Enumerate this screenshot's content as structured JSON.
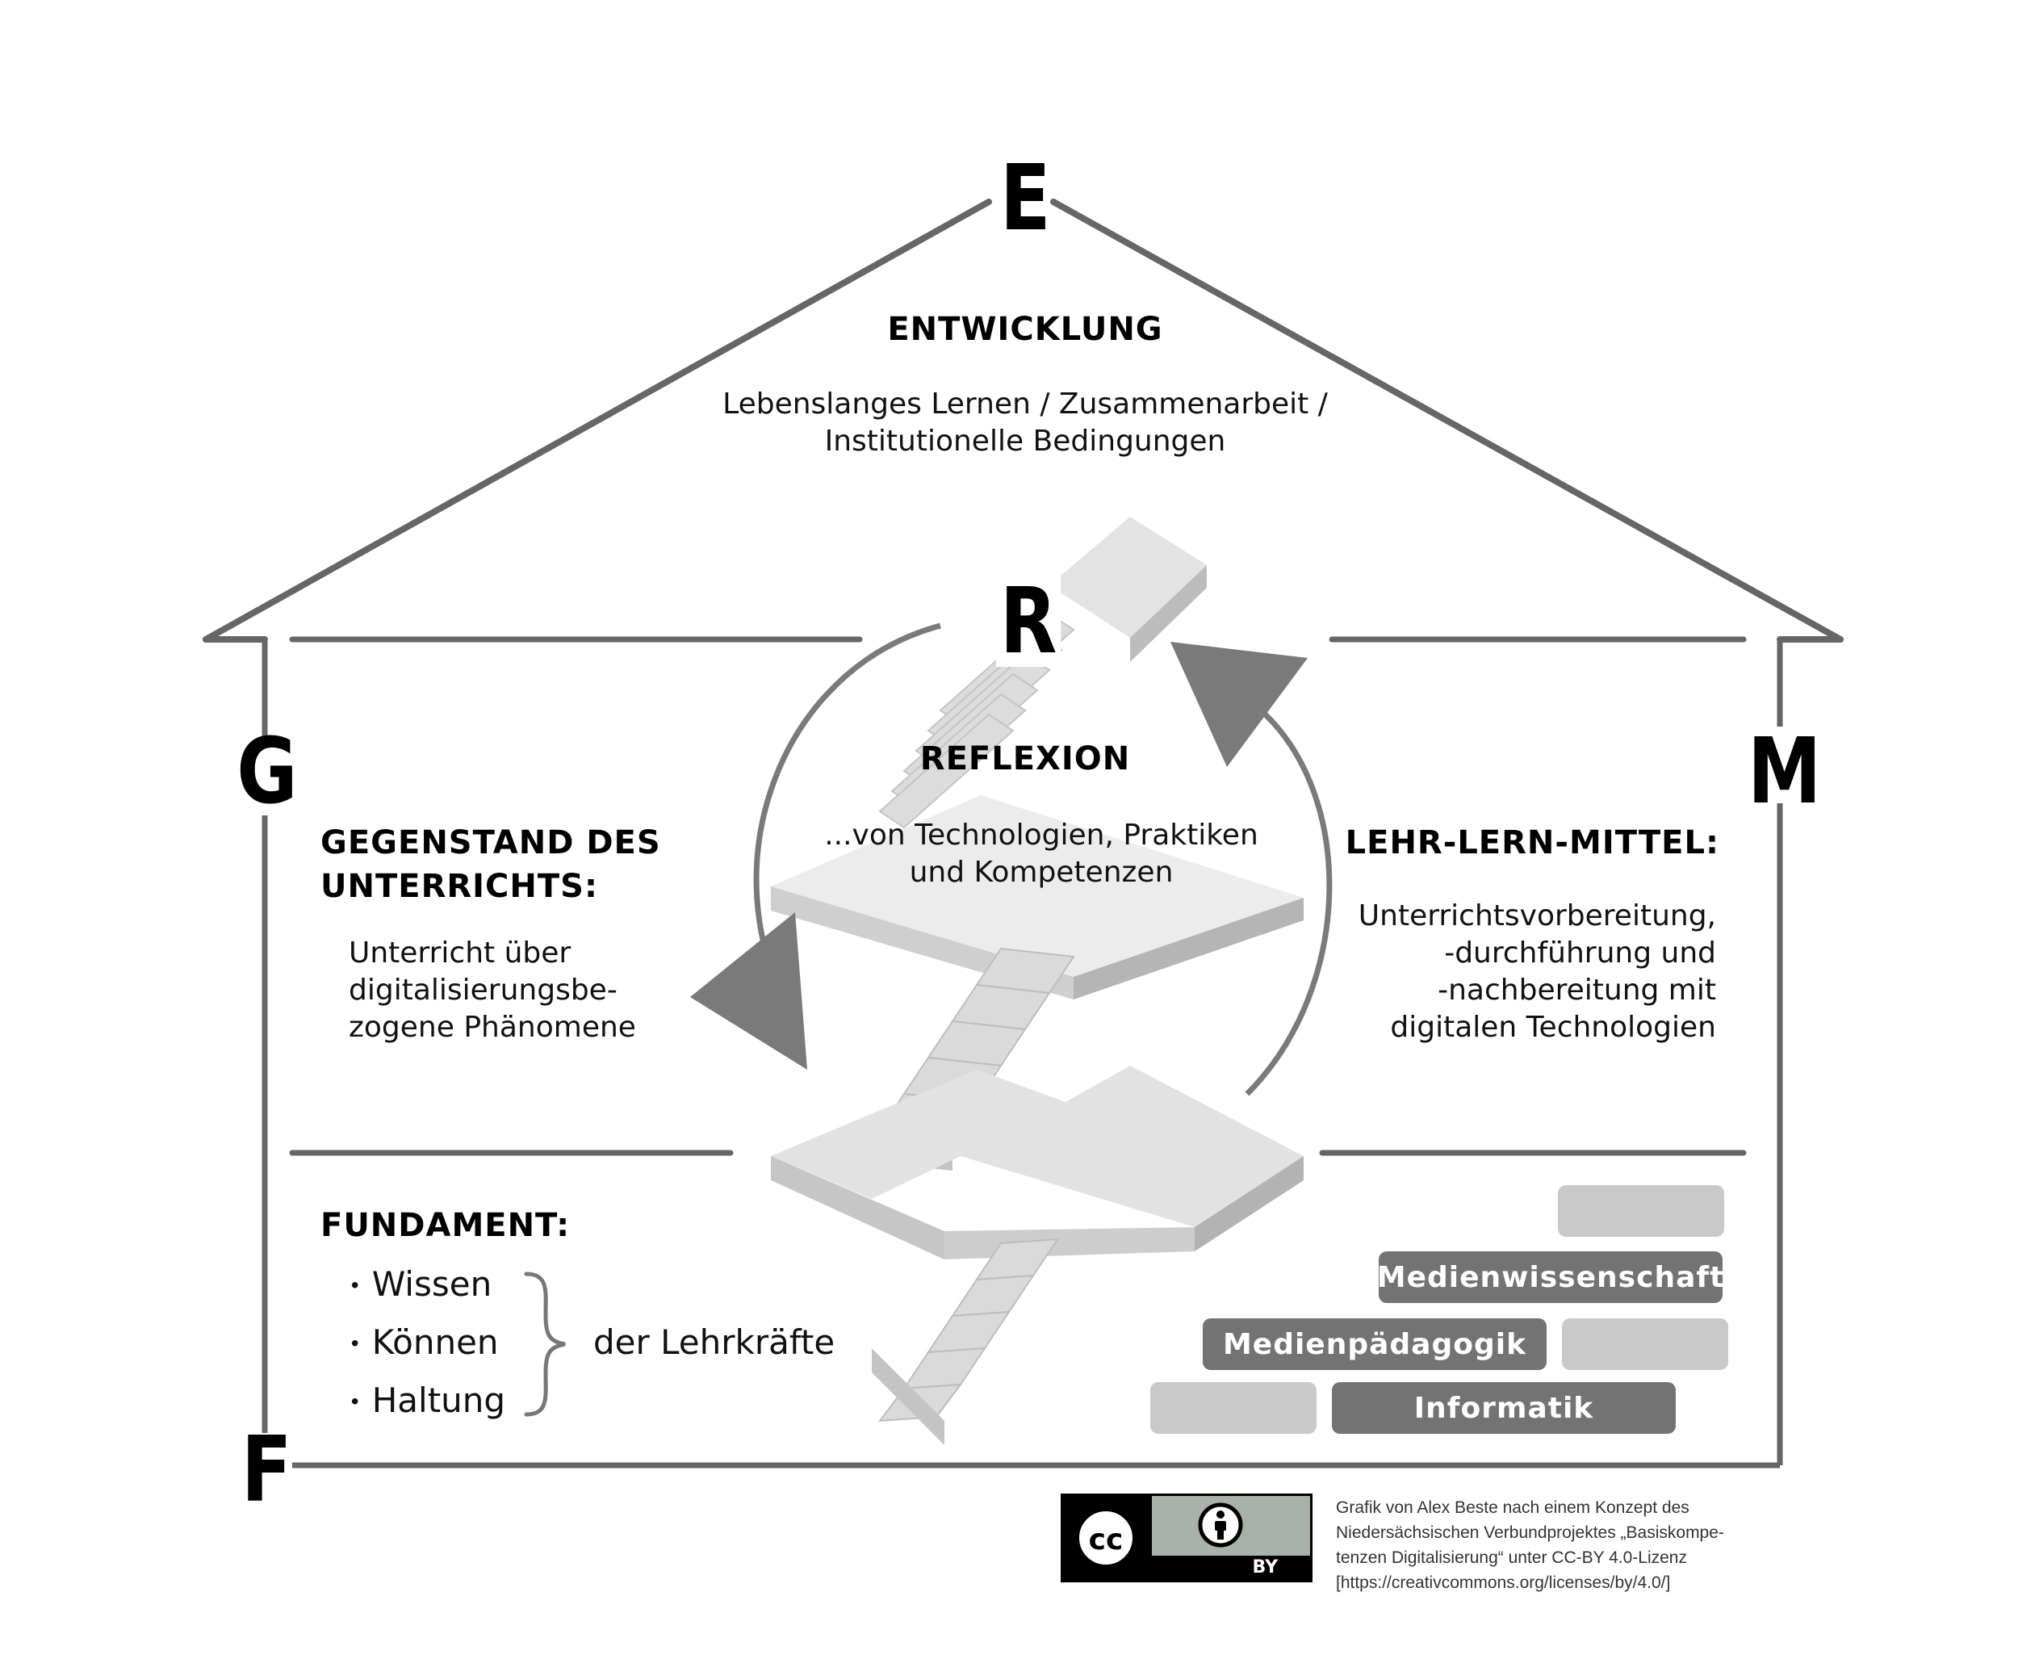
{
  "letters": {
    "top": "E",
    "left": "G",
    "right": "M",
    "bottom": "F",
    "center": "R"
  },
  "entwicklung": {
    "heading": "ENTWICKLUNG",
    "line1": "Lebenslanges Lernen / Zusammenarbeit /",
    "line2": "Institutionelle Bedingungen"
  },
  "reflexion": {
    "heading": "REFLEXION",
    "line1": "...von Technologien, Praktiken",
    "line2": "und Kompetenzen"
  },
  "gegenstand": {
    "heading_line1": "GEGENSTAND DES",
    "heading_line2": "UNTERRICHTS:",
    "line1": "Unterricht über",
    "line2": "digitalisierungsbe-",
    "line3": "zogene Phänomene"
  },
  "lehr_lern": {
    "heading": "LEHR-LERN-MITTEL:",
    "line1": "Unterrichtsvorbereitung,",
    "line2": "-durchführung und",
    "line3": "-nachbereitung mit",
    "line4": "digitalen Technologien"
  },
  "fundament": {
    "heading": "FUNDAMENT:",
    "items": [
      "Wissen",
      "Können",
      "Haltung"
    ],
    "bullet": "•",
    "suffix": "der Lehrkräfte"
  },
  "bricks": {
    "medienwissenschaft": "Medienwissenschaft",
    "medienpaedagogik": "Medienpädagogik",
    "informatik": "Informatik"
  },
  "license": {
    "cc_label": "cc",
    "by_label": "BY",
    "line1": "Grafik von Alex Beste nach einem Konzept des",
    "line2": "Niedersächsischen Verbundprojektes „Basiskompe-",
    "line3": "tenzen Digitalisierung“ unter CC-BY 4.0-Lizenz",
    "line4": "[https://creativcommons.org/licenses/by/4.0/]"
  },
  "colors": {
    "outline": "#666666",
    "arrow": "#7a7a7a",
    "brick_dark": "#737373",
    "brick_light": "#c9c9c9",
    "stair_top": "#e6e6e6",
    "stair_side": "#bdbdbd",
    "stair_front": "#d2d2d2"
  }
}
